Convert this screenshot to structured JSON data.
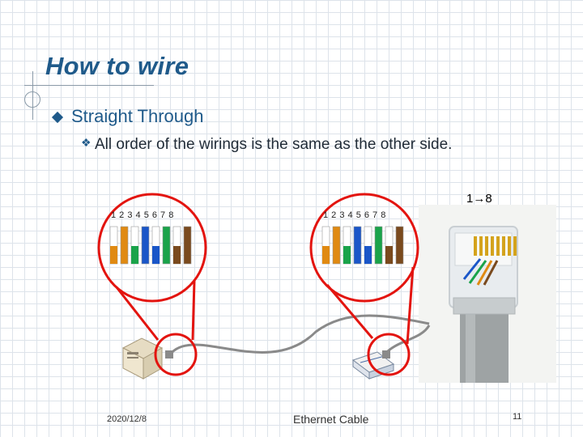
{
  "slide": {
    "title": "How to wire",
    "level1": "Straight Through",
    "level2": "All order of the wirings is the same as the other side.",
    "range_label": "1→8",
    "pin_numbers_left": "1 2 3 4 5 6 7 8",
    "pin_numbers_right": "1 2 3 4 5 6 7 8",
    "footer": {
      "date": "2020/12/8",
      "caption": "Ethernet Cable",
      "page": "11"
    }
  },
  "wiring": {
    "pins": [
      {
        "pin": "1",
        "color": "#ffffff",
        "stripe": "#e08a12"
      },
      {
        "pin": "2",
        "color": "#e08a12"
      },
      {
        "pin": "3",
        "color": "#ffffff",
        "stripe": "#1aa34a"
      },
      {
        "pin": "4",
        "color": "#1a56c8"
      },
      {
        "pin": "5",
        "color": "#ffffff",
        "stripe": "#1a56c8"
      },
      {
        "pin": "6",
        "color": "#1aa34a"
      },
      {
        "pin": "7",
        "color": "#ffffff",
        "stripe": "#7a4a1e"
      },
      {
        "pin": "8",
        "color": "#7a4a1e"
      }
    ]
  },
  "colors": {
    "title": "#1f5a8a",
    "highlight": "#e3140f",
    "cable": "#8a8a8a"
  }
}
